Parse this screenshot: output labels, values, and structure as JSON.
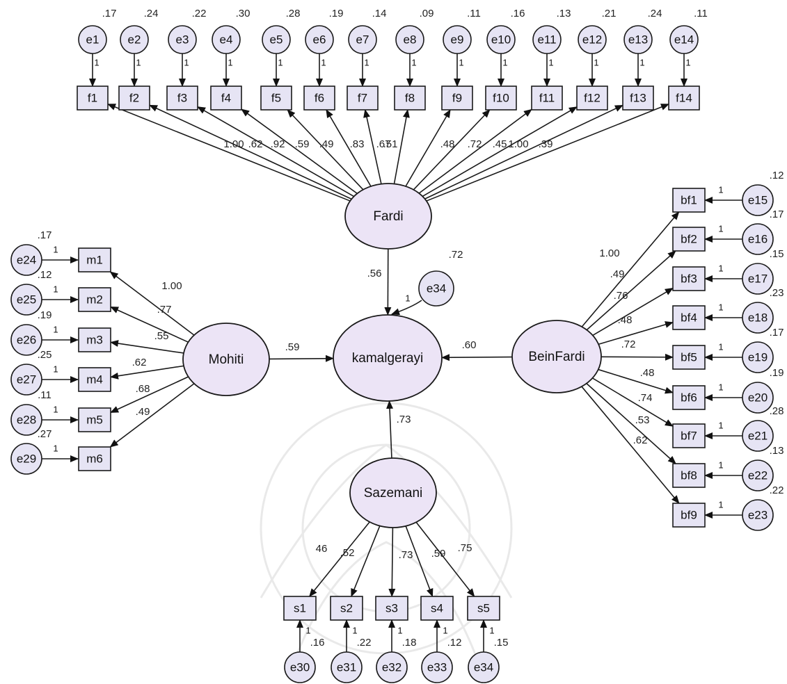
{
  "diagram": {
    "latents": {
      "fardi": "Fardi",
      "mohiti": "Mohiti",
      "kamalgerayi": "kamalgerayi",
      "beinfardi": "BeinFardi",
      "sazemani": "Sazemani"
    },
    "structural_paths": [
      {
        "from": "Fardi",
        "to": "kamalgerayi",
        "weight": ".56"
      },
      {
        "from": "Mohiti",
        "to": "kamalgerayi",
        "weight": ".59"
      },
      {
        "from": "BeinFardi",
        "to": "kamalgerayi",
        "weight": ".60"
      },
      {
        "from": "Sazemani",
        "to": "kamalgerayi",
        "weight": ".73"
      }
    ],
    "structural_error": {
      "name": "e34",
      "variance": ".72",
      "fixed": "1"
    },
    "fardi_indicators": [
      {
        "item": "f1",
        "error": "e1",
        "variance": ".17",
        "loading": "1.00"
      },
      {
        "item": "f2",
        "error": "e2",
        "variance": ".24",
        "loading": ".62"
      },
      {
        "item": "f3",
        "error": "e3",
        "variance": ".22",
        "loading": ".92"
      },
      {
        "item": "f4",
        "error": "e4",
        "variance": ".30",
        "loading": ".59"
      },
      {
        "item": "f5",
        "error": "e5",
        "variance": ".28",
        "loading": ".49"
      },
      {
        "item": "f6",
        "error": "e6",
        "variance": ".19",
        "loading": ".83"
      },
      {
        "item": "f7",
        "error": "e7",
        "variance": ".14",
        "loading": ".67"
      },
      {
        "item": "f8",
        "error": "e8",
        "variance": ".09",
        "loading": ".51"
      },
      {
        "item": "f9",
        "error": "e9",
        "variance": ".11",
        "loading": ".48"
      },
      {
        "item": "f10",
        "error": "e10",
        "variance": ".16",
        "loading": ".72"
      },
      {
        "item": "f11",
        "error": "e11",
        "variance": ".13",
        "loading": ".45"
      },
      {
        "item": "f12",
        "error": "e12",
        "variance": ".21",
        "loading": "1.00"
      },
      {
        "item": "f13",
        "error": "e13",
        "variance": ".24",
        "loading": ".39"
      },
      {
        "item": "f14",
        "error": "e14",
        "variance": ".11",
        "loading": ""
      }
    ],
    "mohiti_indicators": [
      {
        "item": "m1",
        "error": "e24",
        "variance": ".17",
        "loading": "1.00"
      },
      {
        "item": "m2",
        "error": "e25",
        "variance": ".12",
        "loading": ".77"
      },
      {
        "item": "m3",
        "error": "e26",
        "variance": ".19",
        "loading": ".55"
      },
      {
        "item": "m4",
        "error": "e27",
        "variance": ".25",
        "loading": ".62"
      },
      {
        "item": "m5",
        "error": "e28",
        "variance": ".11",
        "loading": ".68"
      },
      {
        "item": "m6",
        "error": "e29",
        "variance": ".27",
        "loading": ".49"
      }
    ],
    "beinfardi_indicators": [
      {
        "item": "bf1",
        "error": "e15",
        "variance": ".12",
        "loading": "1.00"
      },
      {
        "item": "bf2",
        "error": "e16",
        "variance": ".17",
        "loading": ".49"
      },
      {
        "item": "bf3",
        "error": "e17",
        "variance": ".15",
        "loading": ".76"
      },
      {
        "item": "bf4",
        "error": "e18",
        "variance": ".23",
        "loading": ".48"
      },
      {
        "item": "bf5",
        "error": "e19",
        "variance": ".17",
        "loading": ".72"
      },
      {
        "item": "bf6",
        "error": "e20",
        "variance": ".19",
        "loading": ".48"
      },
      {
        "item": "bf7",
        "error": "e21",
        "variance": ".28",
        "loading": ".74"
      },
      {
        "item": "bf8",
        "error": "e22",
        "variance": ".13",
        "loading": ".53"
      },
      {
        "item": "bf9",
        "error": "e23",
        "variance": ".22",
        "loading": ".62"
      }
    ],
    "sazemani_indicators": [
      {
        "item": "s1",
        "error": "e30",
        "variance": ".16",
        "loading": "46"
      },
      {
        "item": "s2",
        "error": "e31",
        "variance": ".22",
        "loading": ".52"
      },
      {
        "item": "s3",
        "error": "e32",
        "variance": ".18",
        "loading": ".73"
      },
      {
        "item": "s4",
        "error": "e33",
        "variance": ".12",
        "loading": ".59"
      },
      {
        "item": "s5",
        "error": "e34",
        "variance": ".15",
        "loading": ".75"
      }
    ],
    "fixed_weight_label": "1"
  },
  "colors": {
    "latent_fill": "#ece4f6",
    "observed_fill": "#e6e4f4",
    "error_fill": "#e6e4f4",
    "stroke": "#1a1a1a"
  }
}
